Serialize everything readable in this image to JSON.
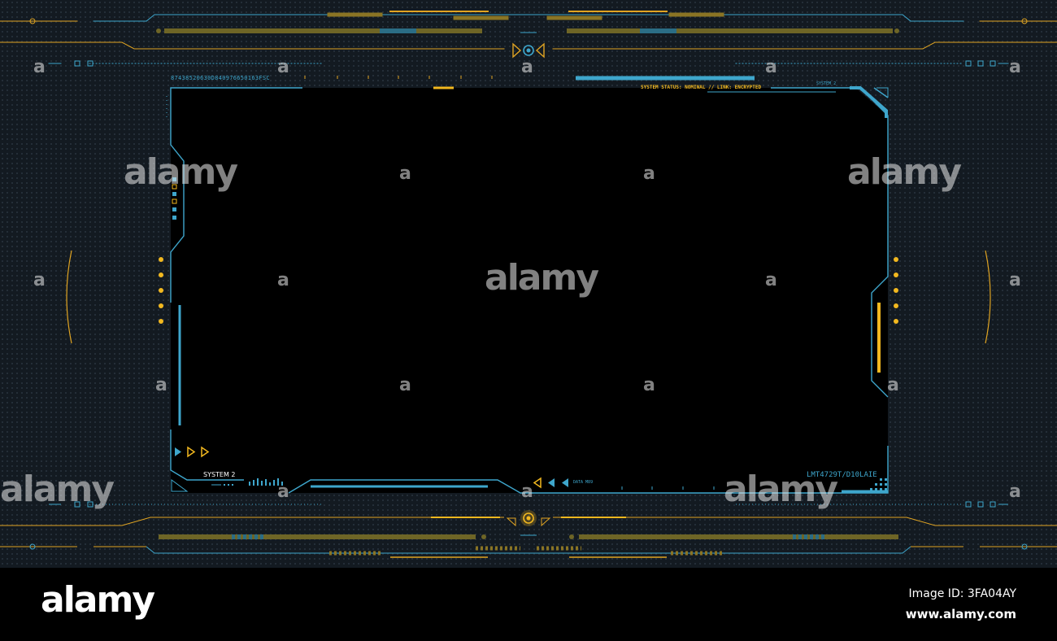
{
  "hud": {
    "hex_code": "87438520630D840976650163FSC",
    "status_line": "SYSTEM STATUS: NOMINAL // LINK: ENCRYPTED",
    "system_tag_top": "SYSTEM 2",
    "system_label_bottom": "SYSTEM 2",
    "data_label": "DATA M89",
    "serial_code": "LMT4729T/D10LAIE",
    "colors": {
      "accent_blue": "#3ea6cc",
      "accent_yellow": "#f2b81f",
      "background": "#131a21",
      "screen": "#000000"
    },
    "icons": [
      "target-ring-icon",
      "triangle-arrow-icon",
      "chevron-left-icon",
      "status-dot-icon",
      "bar-graph-icon"
    ]
  },
  "watermark": {
    "brand": "alamy",
    "mark": "a"
  },
  "footer": {
    "logo": "alamy",
    "image_id": "Image ID: 3FA04AY",
    "url": "www.alamy.com"
  }
}
